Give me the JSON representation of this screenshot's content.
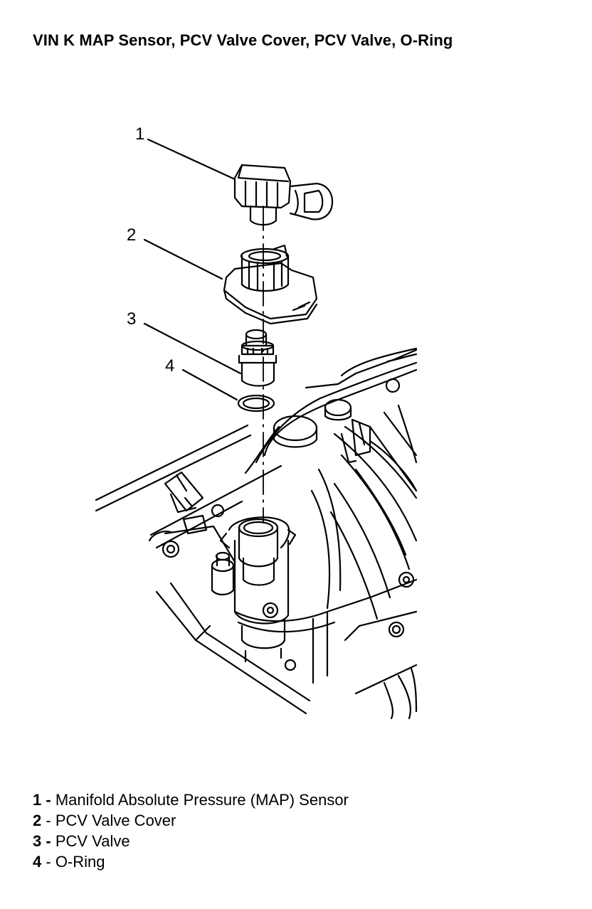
{
  "title": "VIN K MAP Sensor, PCV Valve Cover, PCV Valve, O-Ring",
  "callouts": [
    "1",
    "2",
    "3",
    "4"
  ],
  "legend": [
    {
      "num": "1",
      "sep": " -",
      "text": " Manifold Absolute Pressure (MAP) Sensor"
    },
    {
      "num": "2",
      "sep": " -",
      "text": " PCV Valve Cover"
    },
    {
      "num": "3",
      "sep": " -",
      "text": " PCV Valve"
    },
    {
      "num": "4",
      "sep": " -",
      "text": " O-Ring"
    }
  ],
  "colors": {
    "line": "#000000",
    "background": "#ffffff"
  }
}
